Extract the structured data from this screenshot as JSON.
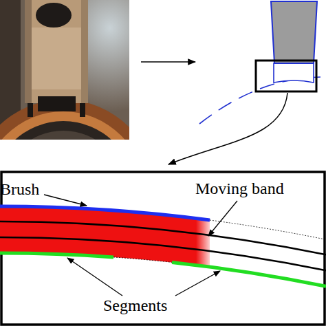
{
  "diagram": {
    "labels": [
      "Brush",
      "Moving band",
      "Segments"
    ]
  }
}
